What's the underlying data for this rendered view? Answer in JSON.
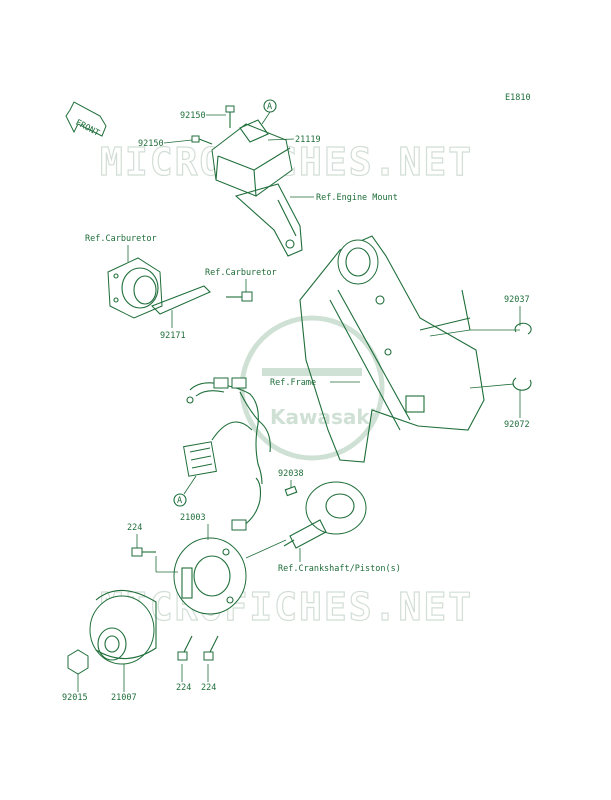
{
  "diagram_code": "E1810",
  "front_label": "FRONT",
  "watermark_text": "MICROFICHES.NET",
  "logo_text": "Kawasaki",
  "callout_letter": "A",
  "labels": {
    "p92150a": "92150",
    "p92150b": "92150",
    "p21119": "21119",
    "ref_engine_mount": "Ref.Engine Mount",
    "ref_carburetor_1": "Ref.Carburetor",
    "ref_carburetor_2": "Ref.Carburetor",
    "p92171": "92171",
    "p92037": "92037",
    "ref_frame": "Ref.Frame",
    "p92072": "92072",
    "p92038": "92038",
    "p21003": "21003",
    "p224a": "224",
    "ref_crankshaft": "Ref.Crankshaft/Piston(s)",
    "p224b": "224",
    "p224c": "224",
    "p92015": "92015",
    "p21007": "21007"
  },
  "colors": {
    "ink": "#1f6e3a",
    "watermark": "#d3ded6"
  }
}
